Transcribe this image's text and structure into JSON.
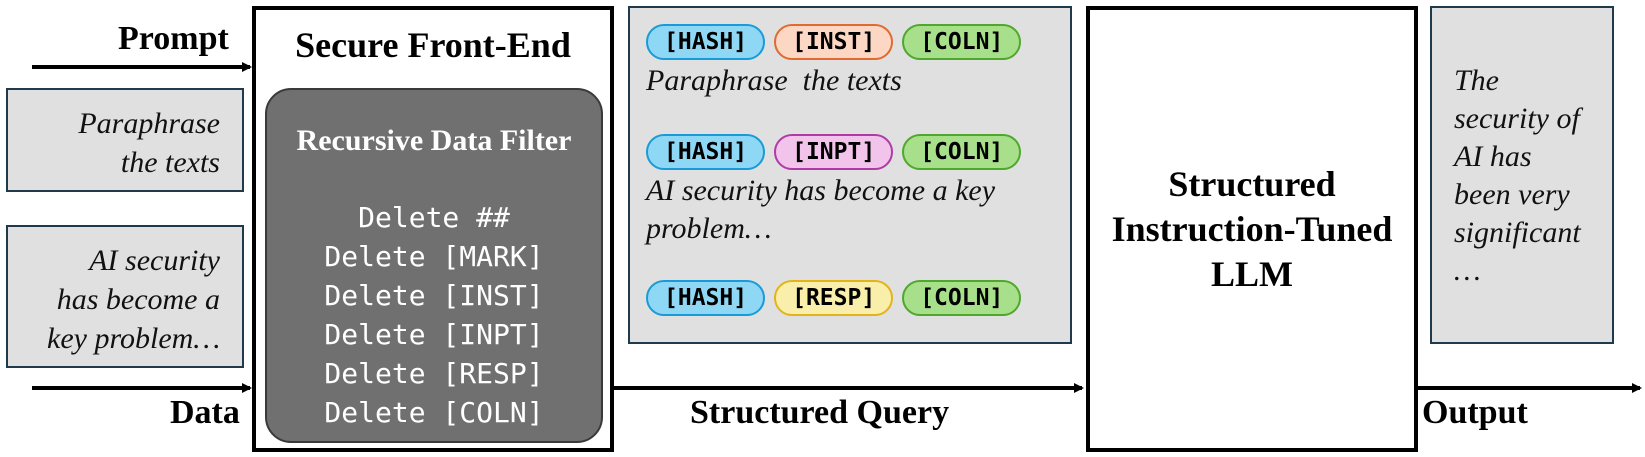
{
  "labels": {
    "prompt": "Prompt",
    "data": "Data",
    "structured_query": "Structured Query",
    "output": "Output"
  },
  "inputs": {
    "prompt_text": [
      "Paraphrase",
      "the texts"
    ],
    "data_text": [
      "AI security",
      "has become a",
      "key problem…"
    ]
  },
  "front_end": {
    "title": "Secure Front-End",
    "filter_title": "Recursive Data Filter",
    "rules": [
      "Delete ##",
      "Delete [MARK]",
      "Delete [INST]",
      "Delete [INPT]",
      "Delete [RESP]",
      "Delete [COLN]"
    ]
  },
  "query": {
    "blocks": [
      {
        "tags": [
          {
            "text": "[HASH]",
            "color": "#8fd8f5",
            "border": "#1a9ad6"
          },
          {
            "text": "[INST]",
            "color": "#fbd7c4",
            "border": "#e06a30"
          },
          {
            "text": "[COLN]",
            "color": "#a7df8a",
            "border": "#4ea82c"
          }
        ],
        "lines": [
          "Paraphrase  the texts"
        ]
      },
      {
        "tags": [
          {
            "text": "[HASH]",
            "color": "#8fd8f5",
            "border": "#1a9ad6"
          },
          {
            "text": "[INPT]",
            "color": "#f2c4ec",
            "border": "#b03aa6"
          },
          {
            "text": "[COLN]",
            "color": "#a7df8a",
            "border": "#4ea82c"
          }
        ],
        "lines": [
          "AI security has become a key",
          "problem…"
        ]
      },
      {
        "tags": [
          {
            "text": "[HASH]",
            "color": "#8fd8f5",
            "border": "#1a9ad6"
          },
          {
            "text": "[RESP]",
            "color": "#faeeab",
            "border": "#e0b41a"
          },
          {
            "text": "[COLN]",
            "color": "#a7df8a",
            "border": "#4ea82c"
          }
        ],
        "lines": []
      }
    ]
  },
  "llm": {
    "lines": [
      "Structured",
      "Instruction-Tuned",
      "LLM"
    ]
  },
  "output": {
    "lines": [
      "The",
      "security of",
      "AI has",
      "been very",
      "significant",
      "…"
    ]
  }
}
